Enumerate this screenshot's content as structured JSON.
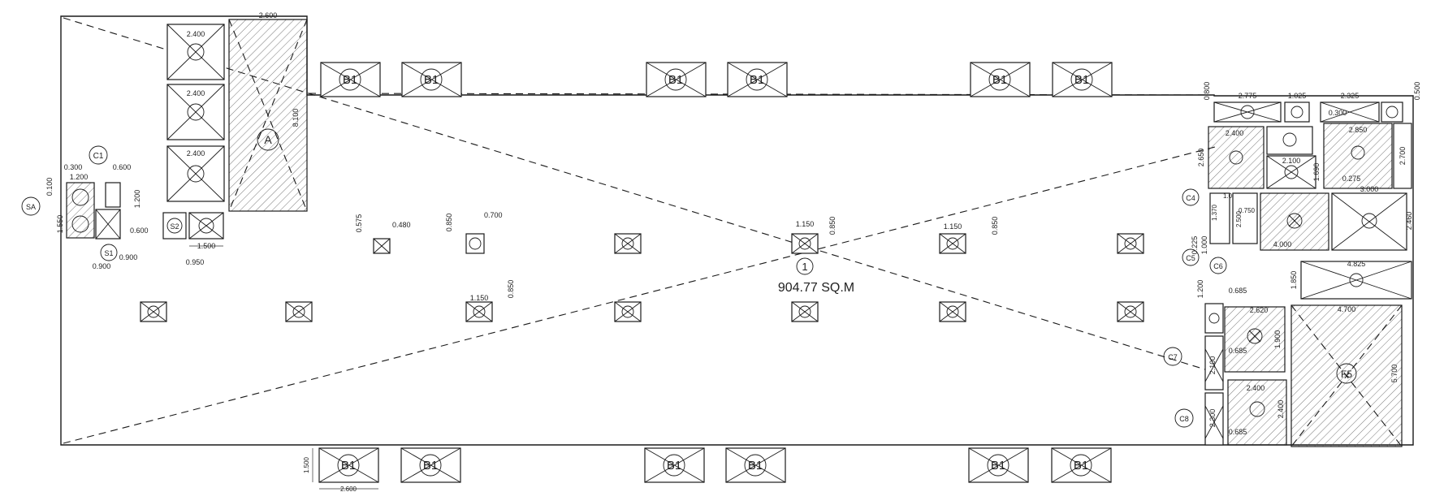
{
  "plan": {
    "area_number": "1",
    "area_label": "904.77 SQ.M",
    "foot_b1": "B1",
    "foot_a": "A",
    "foot_f5": "F5",
    "foot_s2": "S2",
    "c1": "C1",
    "c4": "C4",
    "c5": "C5",
    "c6": "C6",
    "c7": "C7",
    "c8": "C8",
    "sa": "SA",
    "s1": "S1",
    "dims": {
      "d2400": "2.400",
      "d2600": "2.600",
      "d8100": "8.100",
      "d0300": "0.300",
      "d1200": "1.200",
      "d0600": "0.600",
      "d0100": "0.100",
      "d0900": "0.900",
      "d0950": "0.950",
      "d1500": "1.500",
      "d1550": "1.550",
      "d0575": "0.575",
      "d0480": "0.480",
      "d0850": "0.850",
      "d0700": "0.700",
      "d1150": "1.150",
      "d2775": "2.775",
      "d1025": "1.025",
      "d2325": "2.325",
      "d0500": "0.500",
      "d2850": "2.850",
      "d2700": "2.700",
      "d2100": "2.100",
      "d2650": "2.650",
      "d1690": "1.690",
      "d0275": "0.275",
      "d3000": "3.000",
      "d2460": "2.460",
      "d4000": "4.000",
      "d2500": "2.500",
      "d4825": "4.825",
      "d1850": "1.850",
      "d4700": "4.700",
      "d5700": "5.700",
      "d2620": "2.620",
      "d1900": "1.900",
      "d0685": "0.685",
      "d1000": "1.000",
      "d0225": "0.225",
      "d1370": "1.370",
      "d0750": "0.750",
      "d0800": "0.800",
      "d2300": "2.300"
    }
  }
}
